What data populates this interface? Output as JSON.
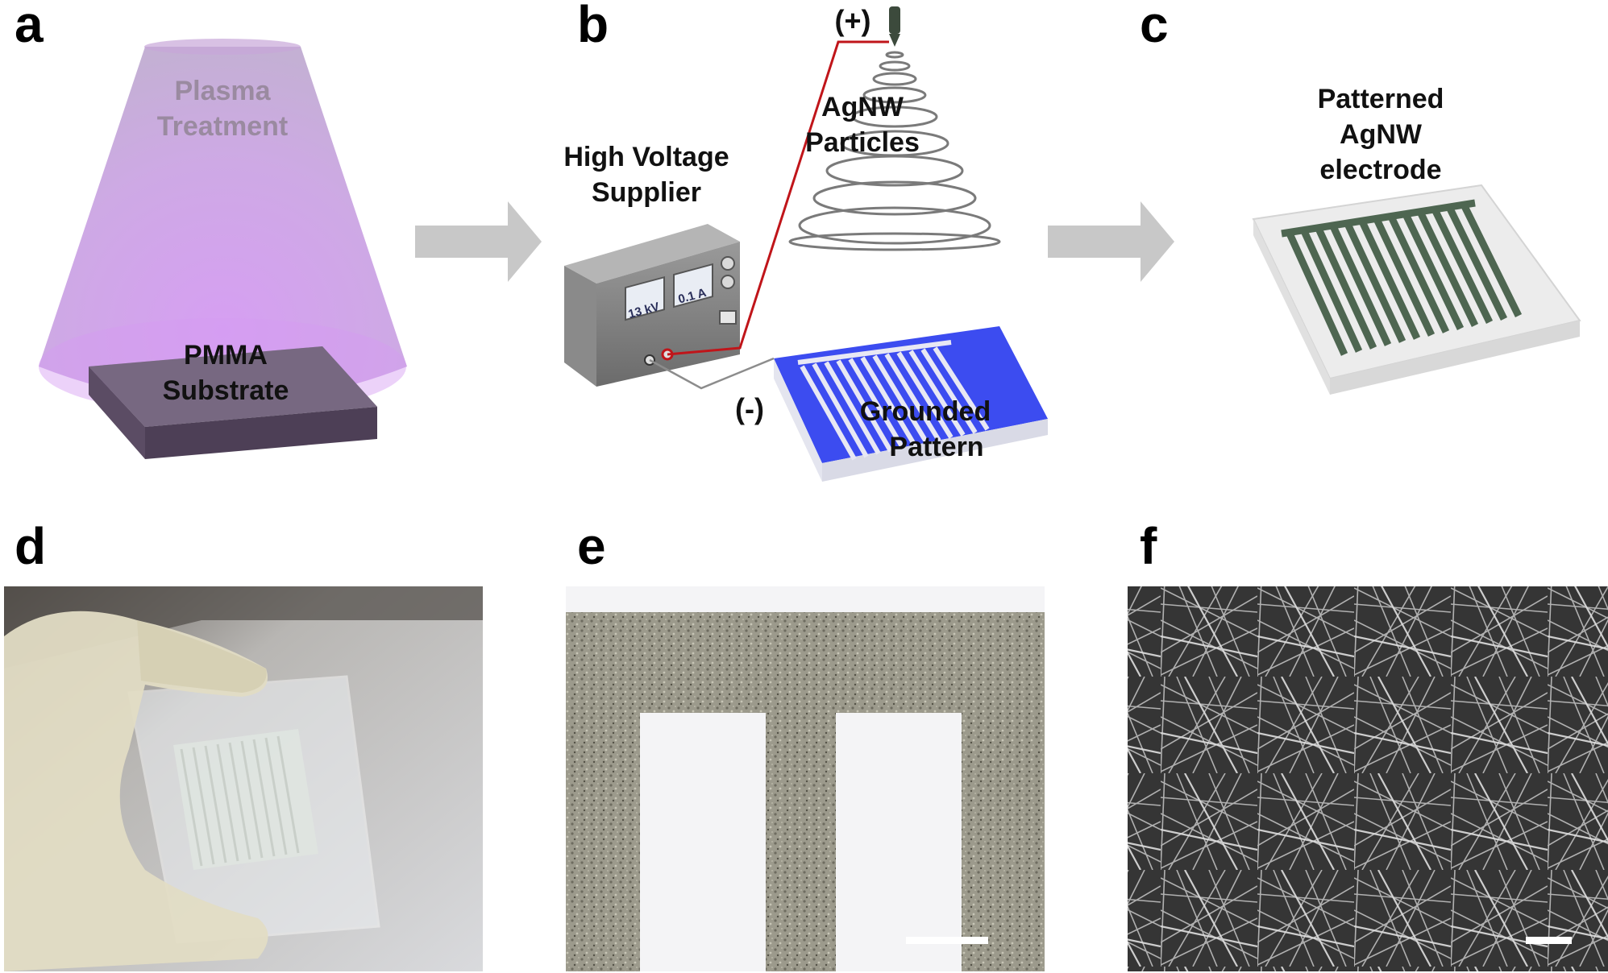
{
  "panels": {
    "a": {
      "letter": "a",
      "plasma_line1": "Plasma",
      "plasma_line2": "Treatment",
      "substrate_line1": "PMMA",
      "substrate_line2": "Substrate"
    },
    "b": {
      "letter": "b",
      "supplier_line1": "High Voltage",
      "supplier_line2": "Supplier",
      "meter_voltage": "13 kV",
      "meter_current": "0.1 A",
      "positive": "(+)",
      "negative": "(-)",
      "particles_line1": "AgNW",
      "particles_line2": "Particles",
      "pattern_line1": "Grounded",
      "pattern_line2": "Pattern"
    },
    "c": {
      "letter": "c",
      "label_line1": "Patterned",
      "label_line2": "AgNW",
      "label_line3": "electrode"
    },
    "d": {
      "letter": "d"
    },
    "e": {
      "letter": "e"
    },
    "f": {
      "letter": "f"
    }
  },
  "colors": {
    "plasma": "#b877d6",
    "grounded_pattern": "#3c4cf0",
    "electrode": "#4e6651",
    "wire_positive": "#c0151a",
    "arrow": "#c8c8c8"
  }
}
